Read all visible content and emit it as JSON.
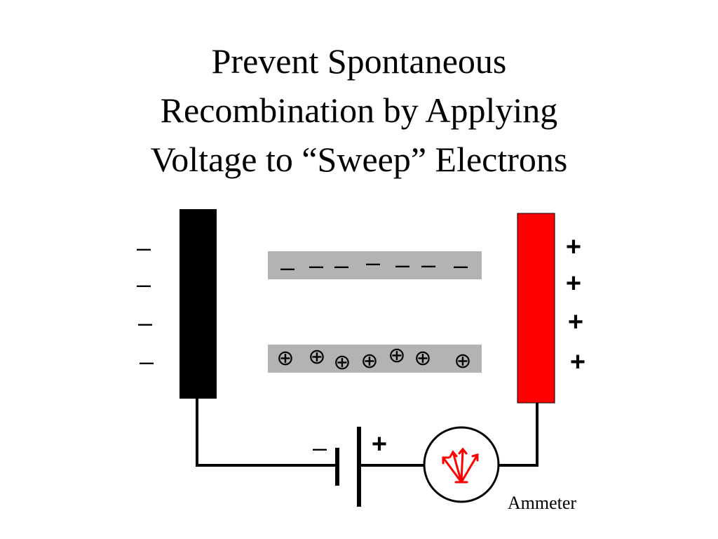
{
  "slide": {
    "title_lines": [
      "Prevent Spontaneous",
      "Recombination by Applying",
      "Voltage to “Sweep” Electrons"
    ]
  },
  "diagram": {
    "left_electrode": {
      "color": "#000000",
      "charge_signs": [
        "–",
        "–",
        "–",
        "–"
      ]
    },
    "right_electrode": {
      "color": "#ff0000",
      "charge_signs": [
        "+",
        "+",
        "+",
        "+"
      ]
    },
    "region_color": "#b3b3b3",
    "electron_symbol": "–",
    "hole_symbol": "⊕",
    "battery": {
      "negative_label": "–",
      "positive_label": "+"
    },
    "ammeter": {
      "label": "Ammeter",
      "needle_color": "#ff0000"
    }
  }
}
